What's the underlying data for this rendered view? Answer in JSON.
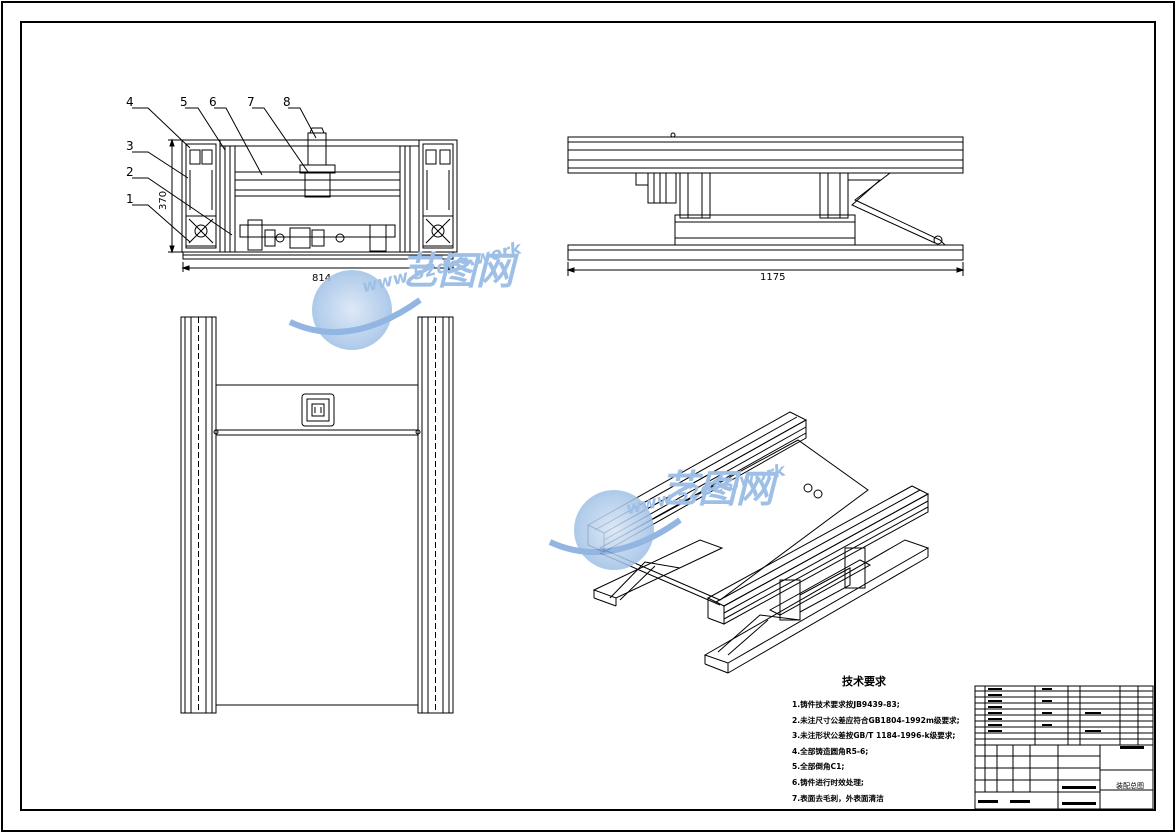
{
  "drawing": {
    "part_labels": [
      "1",
      "2",
      "3",
      "4",
      "5",
      "6",
      "7",
      "8"
    ],
    "dim_height": "370",
    "dim_width_front": "814",
    "dim_width_side": "1175"
  },
  "watermark": {
    "logo_text": "艺图网",
    "url_text": "www.52des.work"
  },
  "tech_requirements": {
    "title": "技术要求",
    "items": [
      "1.铸件技术要求按JB9439-83;",
      "2.未注尺寸公差应符合GB1804-1992m级要求;",
      "3.未注形状公差按GB/T 1184-1996-k级要求;",
      "4.全部铸造圆角R5-6;",
      "5.全部倒角C1;",
      "6.铸件进行时效处理;",
      "7.表面去毛刺，外表面清洁"
    ]
  },
  "title_block": {
    "drawing_name": "装配总图"
  },
  "colors": {
    "line": "#000000",
    "watermark": "#9fc0e6",
    "background": "#ffffff"
  }
}
